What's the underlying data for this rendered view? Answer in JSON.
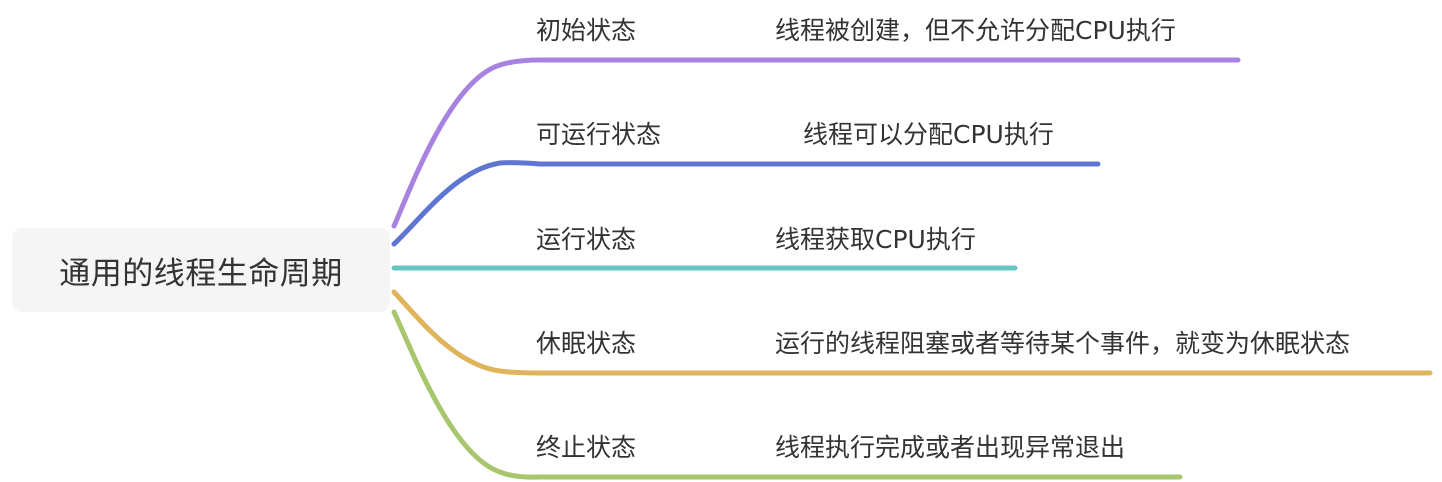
{
  "root": {
    "label": "通用的线程生命周期"
  },
  "branches": [
    {
      "label": "初始状态",
      "description": "线程被创建，但不允许分配CPU执行",
      "color": "#a882e0"
    },
    {
      "label": "可运行状态",
      "description": "线程可以分配CPU执行",
      "color": "#5f75d2"
    },
    {
      "label": "运行状态",
      "description": "线程获取CPU执行",
      "color": "#68c3c4"
    },
    {
      "label": "休眠状态",
      "description": "运行的线程阻塞或者等待某个事件，就变为休眠状态",
      "color": "#e0b45a"
    },
    {
      "label": "终止状态",
      "description": "线程执行完成或者出现异常退出",
      "color": "#a8c66c"
    }
  ]
}
